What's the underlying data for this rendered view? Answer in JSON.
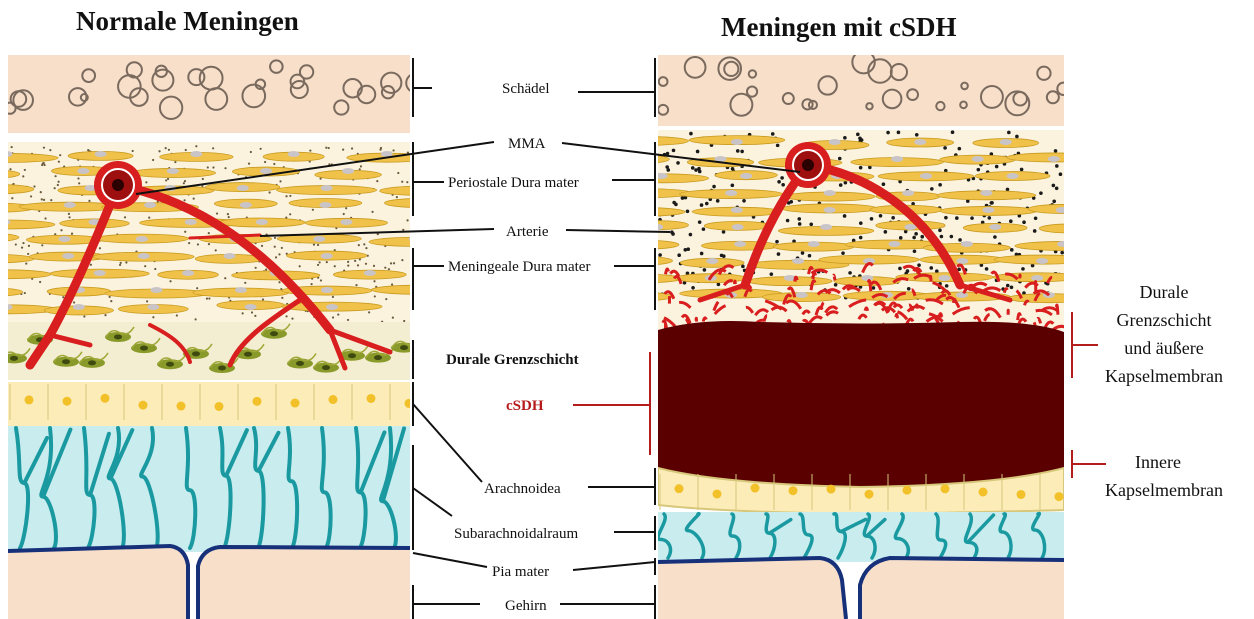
{
  "titles": {
    "left": "Normale Meningen",
    "right": "Meningen mit cSDH"
  },
  "labels": {
    "schaedel": "Schädel",
    "mma": "MMA",
    "periostale": "Periostale Dura mater",
    "arterie": "Arterie",
    "meningeale": "Meningeale Dura mater",
    "durale_grenzschicht": "Durale Grenzschicht",
    "csdh": "cSDH",
    "arachnoidea": "Arachnoidea",
    "subarachnoidalraum": "Subarachnoidalraum",
    "pia_mater": "Pia mater",
    "gehirn": "Gehirn",
    "outer_capsule": [
      "Durale",
      "Grenzschicht",
      "und äußere",
      "Kapselmembran"
    ],
    "inner_capsule": [
      "Innere",
      "Kapselmembran"
    ]
  },
  "colors": {
    "skull": "#f7dfc9",
    "dura_bg": "#fbf3de",
    "dura_cell": "#f0c24a",
    "artery": "#d81e1e",
    "hematoma": "#5a0000",
    "arachnoid": "#fbecb8",
    "csf": "#c9ecef",
    "trabeculae": "#1a9aa0",
    "pia": "#16307a",
    "brain": "#f7dfc9",
    "border_cells": "#8a9a2a",
    "csdh_label": "#b51c1c"
  }
}
